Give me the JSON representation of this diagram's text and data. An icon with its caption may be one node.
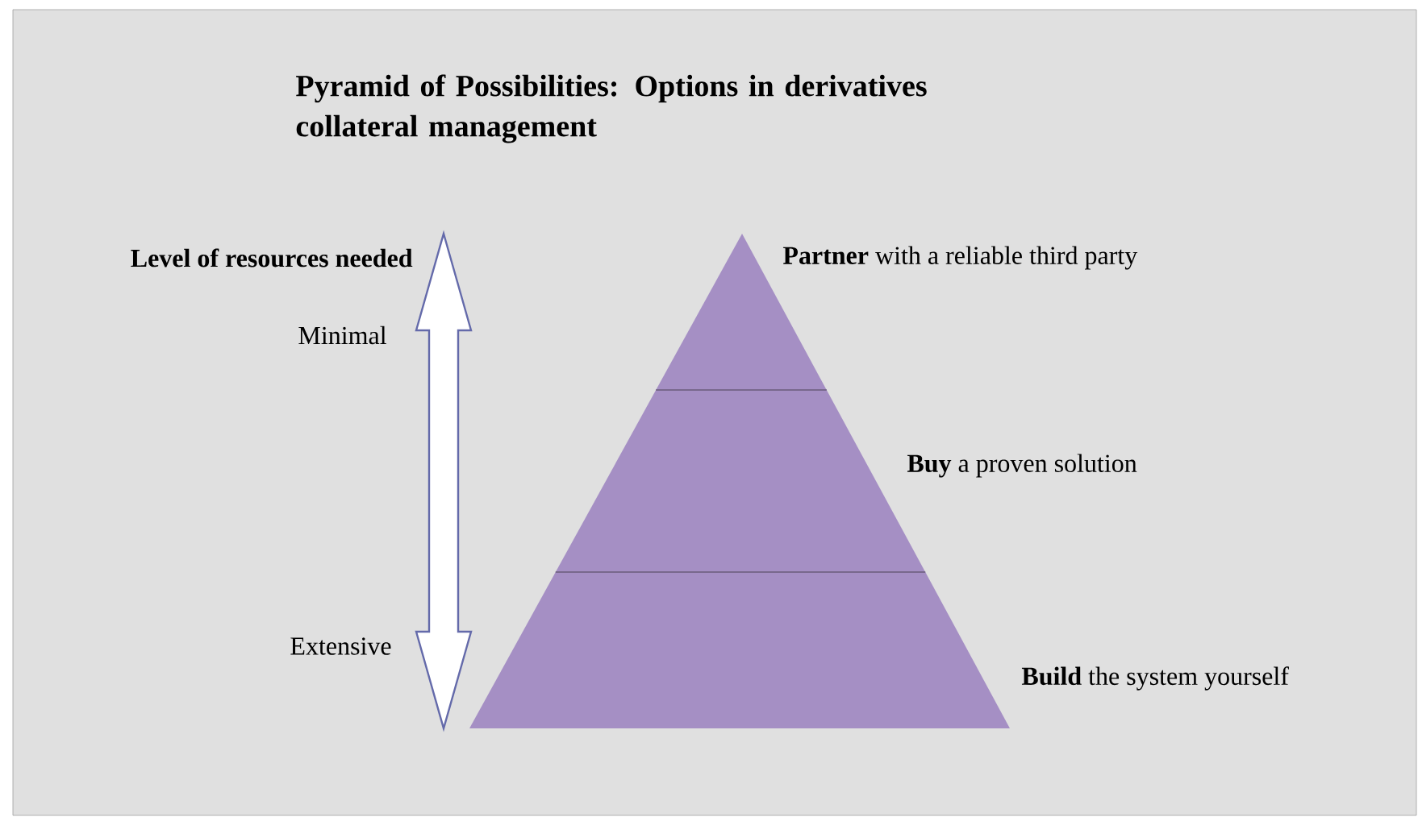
{
  "diagram": {
    "title": "Pyramid of Possibilities: Options in derivatives collateral management",
    "nodes": [
      {
        "text": [],
        "shape": "triangle",
        "beside": [
          "**Partner** with a reliable third party"
        ]
      },
      {
        "text": [],
        "shape": "trapezoid",
        "beside": [
          "**Buy** a proven solution"
        ]
      },
      {
        "text": [],
        "shape": "trapezoid",
        "beside": [
          "**Build** the system yourself"
        ]
      }
    ],
    "labels": [
      "Level of resources needed",
      "Minimal",
      "Extensive"
    ]
  }
}
